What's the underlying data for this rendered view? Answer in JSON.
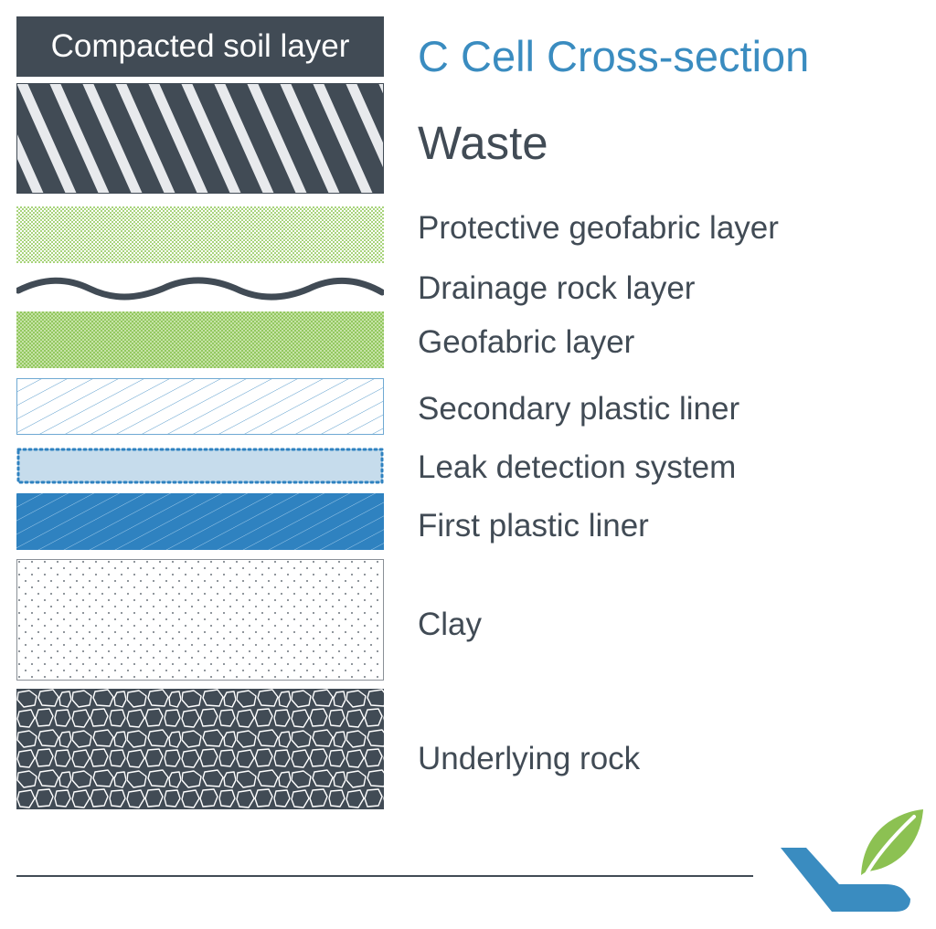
{
  "title": "C Cell Cross-section",
  "layers": {
    "compacted_soil": "Compacted soil layer",
    "waste": "Waste",
    "protective_geofabric": "Protective geofabric layer",
    "drainage_rock": "Drainage rock layer",
    "geofabric": "Geofabric layer",
    "secondary_liner": "Secondary plastic liner",
    "leak_detection": "Leak detection system",
    "first_liner": "First plastic liner",
    "clay": "Clay",
    "underlying_rock": "Underlying rock"
  },
  "colors": {
    "dark_slate": "#414b55",
    "title_blue": "#3a8cc0",
    "liner_blue": "#2f82c0",
    "leak_fill": "#c6dcec",
    "geofabric_green": "#9ccd6a",
    "leaf_green": "#8cc152"
  },
  "icons": {
    "logo": "hand-leaf-logo-icon"
  }
}
